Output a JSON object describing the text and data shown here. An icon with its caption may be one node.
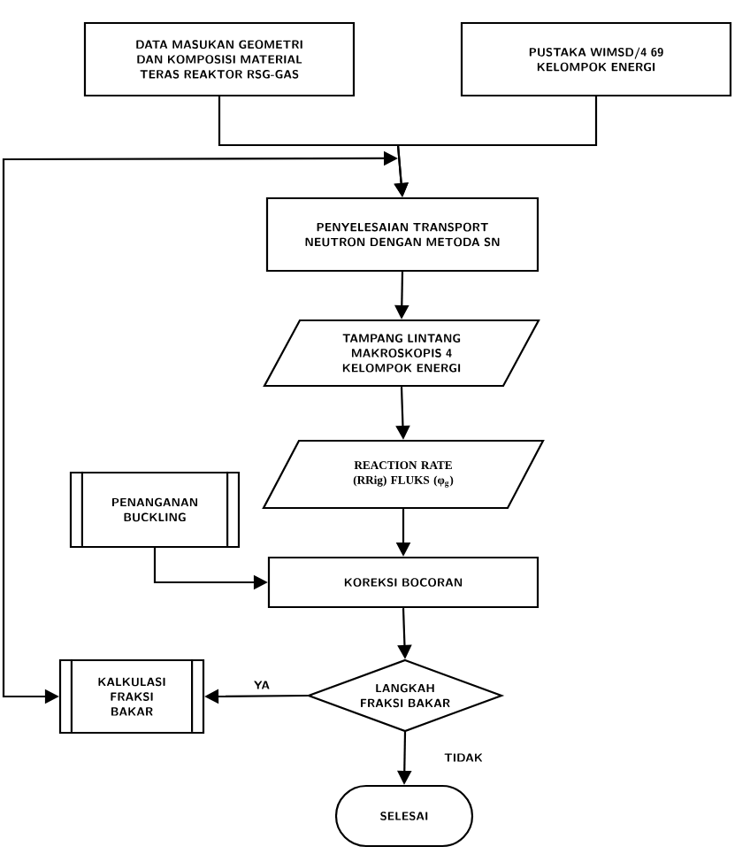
{
  "diagram": {
    "nodes": [
      {
        "text": [
          "DATA MASUKAN GEOMETRI DAN KOMPOSISI MATERIAL TERAS REAKTOR RSG-GAS"
        ]
      },
      {
        "text": [
          "PUSTAKA WIMSD/4 69 KELOMPOK ENERGI"
        ]
      },
      {
        "text": [
          "PENYELESAIAN TRANSPORT NEUTRON DENGAN METODA SN"
        ]
      },
      {
        "text": [
          "TAMPANG LINTANG MAKROSKOPIS 4 KELOMPOK ENERGI"
        ]
      },
      {
        "text": [
          "REACTION RATE (RRig) FLUKS (φ$_{g}$)"
        ]
      },
      {
        "text": [
          "PENANGANAN BUCKLING"
        ]
      },
      {
        "text": [
          "KOREKSI BOCORAN"
        ]
      },
      {
        "text": [
          "LANGKAH FRAKSI BAKAR"
        ]
      },
      {
        "text": [
          "KALKULASI FRAKSI BAKAR"
        ]
      },
      {
        "text": [
          "SELESAI"
        ]
      }
    ],
    "edges": [
      {
        "from": 0,
        "to": 2,
        "arrow": "to"
      },
      {
        "from": 1,
        "to": 2,
        "arrow": "to"
      },
      {
        "from": 2,
        "to": 3,
        "arrow": "to"
      },
      {
        "from": 3,
        "to": 4,
        "arrow": "to"
      },
      {
        "from": 4,
        "to": 6,
        "arrow": "to"
      },
      {
        "from": 5,
        "to": 6,
        "arrow": "to"
      },
      {
        "from": 6,
        "to": 7,
        "arrow": "to"
      },
      {
        "from": 7,
        "to": 8,
        "arrow": "to",
        "label": "YA"
      },
      {
        "from": 7,
        "to": 9,
        "arrow": "to",
        "label": "TIDAK"
      },
      {
        "from": 8,
        "to": 2,
        "arrow": "both"
      }
    ]
  }
}
